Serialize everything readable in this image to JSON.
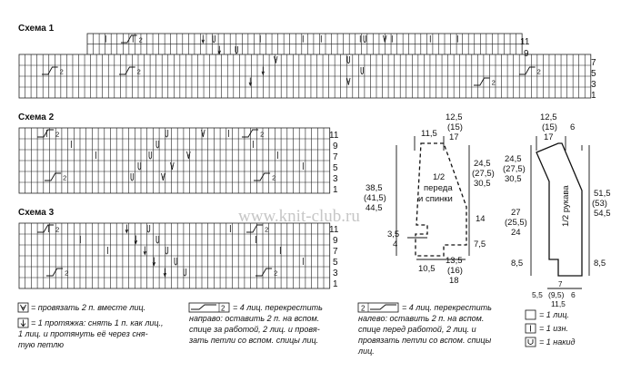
{
  "charts": [
    {
      "title": "Схема 1",
      "rows_label_upper": [
        "11",
        "9"
      ],
      "rows_label_lower": [
        "7",
        "5",
        "3",
        "1"
      ]
    },
    {
      "title": "Схема 2",
      "rows_label": [
        "11",
        "9",
        "7",
        "5",
        "3",
        "1"
      ]
    },
    {
      "title": "Схема 3",
      "rows_label": [
        "11",
        "9",
        "7",
        "5",
        "3",
        "1"
      ]
    }
  ],
  "chart_glyphs": {
    "knit_two_together": "∀",
    "purl": "|",
    "yarn_over": "U",
    "slip": "↓",
    "cross_label": "2"
  },
  "schematic_body": {
    "label_line1": "1/2",
    "label_line2": "переда",
    "label_line3": "и спинки",
    "top_left": "11,5",
    "top_width": [
      "12,5",
      "(15)",
      "17"
    ],
    "side_left": [
      "38,5",
      "(41,5)",
      "44,5"
    ],
    "armhole": [
      "24,5",
      "(27,5)",
      "30,5"
    ],
    "side_right_1": "14",
    "side_right_2": "7,5",
    "left_small_1": "3,5",
    "left_small_2": "4",
    "bottom_left": "10,5",
    "bottom_width": [
      "13,5",
      "(16)",
      "18"
    ]
  },
  "schematic_sleeve": {
    "label": "1/2 рукава",
    "top_width": [
      "12,5",
      "(15)",
      "17"
    ],
    "top_right": "6",
    "cap_left": [
      "24,5",
      "(27,5)",
      "30,5"
    ],
    "length_left": [
      "27",
      "(25,5)",
      "24"
    ],
    "right_total": [
      "51,5",
      "(53)",
      "54,5"
    ],
    "cuff_left": "8,5",
    "cuff_right": "8,5",
    "bottom_width": [
      "7",
      "5,5",
      "(9,5)",
      "6",
      "11,5"
    ]
  },
  "watermark": "www.knit-club.ru",
  "legend": {
    "k2tog": "= провязать 2 п. вместе лиц.",
    "pull_1": "= 1 протяжка: снять 1 п. как лиц.,",
    "pull_2": "1 лиц. и протянуть её через сня-",
    "pull_3": "тую петлю",
    "cross_right_1": "= 4 лиц. перекрестить",
    "cross_right_2": "направо: оставить 2 п. на вспом.",
    "cross_right_3": "спице за работой, 2 лиц. и провя-",
    "cross_right_4": "зать петли со вспом. спицы лиц.",
    "cross_left_1": "= 4 лиц. перекрестить",
    "cross_left_2": "налево: оставить 2 п. на вспом.",
    "cross_left_3": "спице перед работой, 2 лиц. и",
    "cross_left_4": "провязать петли со вспом. спицы",
    "cross_left_5": "лиц.",
    "knit": "= 1 лиц.",
    "purl": "= 1 изн.",
    "yo": "= 1 накид"
  }
}
